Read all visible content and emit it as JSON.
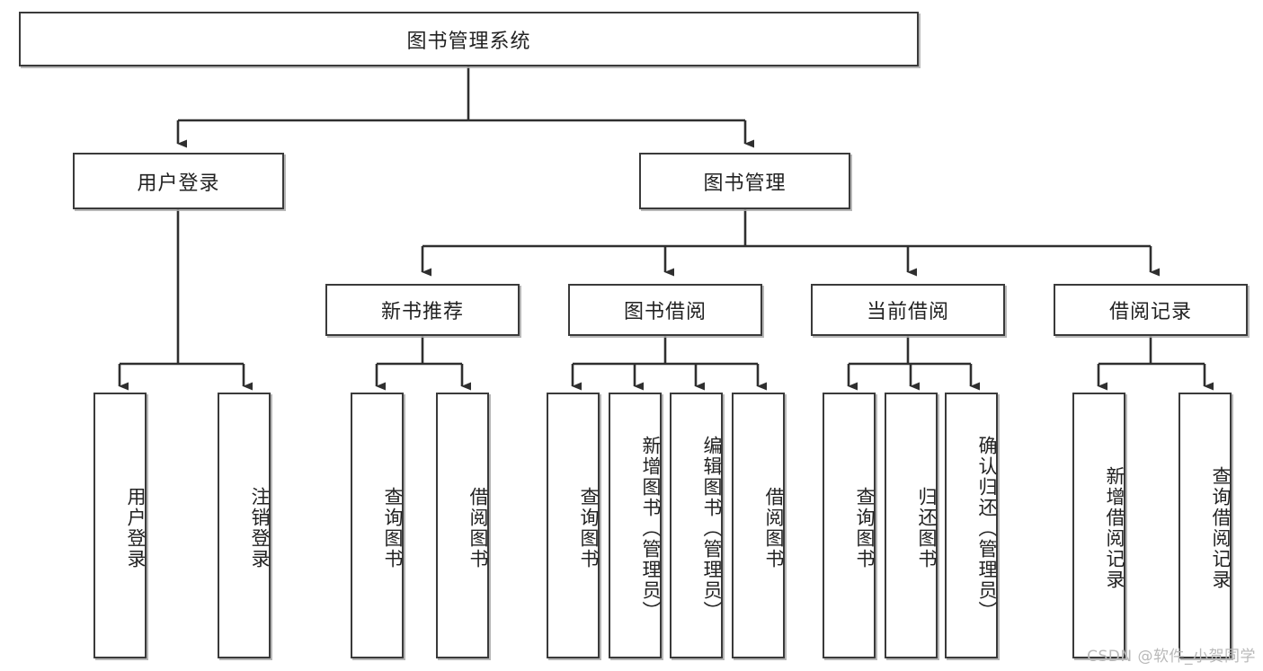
{
  "diagram": {
    "title": "图书管理系统",
    "type": "tree-hierarchy-chart",
    "watermark": "CSDN @软件_小贺同学",
    "colors": {
      "box_border": "#3a3a3a",
      "box_fill": "#ffffff",
      "edge": "#2f2f2f",
      "watermark": "#b9b9b9"
    },
    "nodes": {
      "root": {
        "label": "图书管理系统"
      },
      "level2": [
        {
          "label": "用户登录"
        },
        {
          "label": "图书管理"
        }
      ],
      "level3": [
        {
          "label": "新书推荐"
        },
        {
          "label": "图书借阅"
        },
        {
          "label": "当前借阅"
        },
        {
          "label": "借阅记录"
        }
      ],
      "leaves": {
        "user_login": [
          {
            "label": "用户登录"
          },
          {
            "label": "注销登录"
          }
        ],
        "new_book_recommend": [
          {
            "label": "查询图书"
          },
          {
            "label": "借阅图书"
          }
        ],
        "book_borrow": [
          {
            "label": "查询图书"
          },
          {
            "label": "新增图书（管理员）"
          },
          {
            "label": "编辑图书（管理员）"
          },
          {
            "label": "借阅图书"
          }
        ],
        "current_borrow": [
          {
            "label": "查询图书"
          },
          {
            "label": "归还图书"
          },
          {
            "label": "确认归还（管理员）"
          }
        ],
        "borrow_records": [
          {
            "label": "新增借阅记录"
          },
          {
            "label": "查询借阅记录"
          }
        ]
      }
    }
  }
}
